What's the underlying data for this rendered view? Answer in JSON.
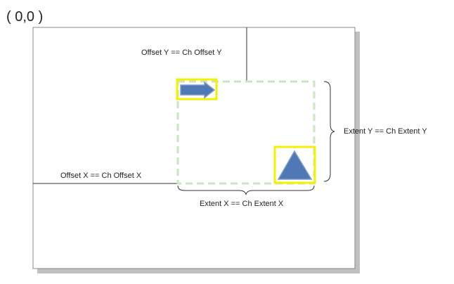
{
  "origin_label": "( 0,0 )",
  "offset_y_label": "Offset Y == Ch Offset Y",
  "offset_x_label": "Offset X == Ch Offset X",
  "extent_x_label": "Extent X == Ch Extent X",
  "extent_y_label": "Extent Y == Ch Extent Y",
  "colors": {
    "canvas_border": "#888888",
    "canvas_shadow": "#c0c0c0",
    "group_outline": "#c8e6c0",
    "selection_box": "#f5f000",
    "shape_fill": "#4f78b4",
    "shape_stroke": "#7a9ccc",
    "line": "#333333"
  },
  "icons": [
    "arrow-shape-icon",
    "triangle-shape-icon"
  ]
}
